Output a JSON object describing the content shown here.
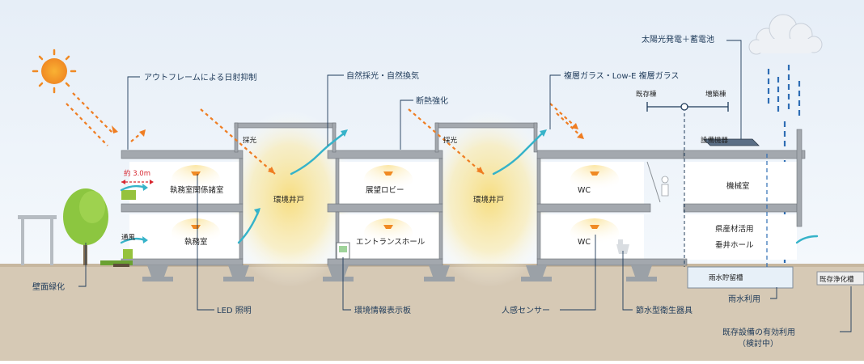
{
  "callouts": {
    "outframe": "アウトフレームによる日射抑制",
    "natural": "自然採光・自然換気",
    "insulation": "断熱強化",
    "glass": "複層ガラス・Low-E 複層ガラス",
    "solar": "太陽光発電＋蓄電池",
    "wall_green": "壁面緑化",
    "led": "LED 照明",
    "env_display": "環境情報表示板",
    "sensor": "人感センサー",
    "water_saving": "節水型衛生器具",
    "rain_use": "雨水利用",
    "existing_use_1": "既存設備の有効利用",
    "existing_use_2": "（検討中）"
  },
  "labels": {
    "existing_wing": "既存棟",
    "extension_wing": "増築棟",
    "daylight_1": "採光",
    "daylight_2": "採光",
    "eave": "約 3.0m",
    "ventilation": "通風",
    "equipment": "設備機器"
  },
  "rooms": {
    "exec_related": "執務室関係諸室",
    "exec": "執務室",
    "env_well_1": "環境井戸",
    "lobby": "展望ロビー",
    "entrance": "エントランスホール",
    "env_well_2": "環境井戸",
    "wc_upper": "WC",
    "wc_lower": "WC",
    "machine": "機械室",
    "local_wood_1": "県産材活用",
    "local_wood_2": "垂井ホール",
    "rain_tank": "雨水貯留槽",
    "septic": "既存浄化槽"
  },
  "colors": {
    "sky": "#e4edf6",
    "ground": "#d3c5b0",
    "slab": "#9aa0a6",
    "arrow_orange": "#ef7d22",
    "arrow_teal": "#36b3c9",
    "rain_blue": "#2e6db4",
    "glow": "#f6d978"
  }
}
